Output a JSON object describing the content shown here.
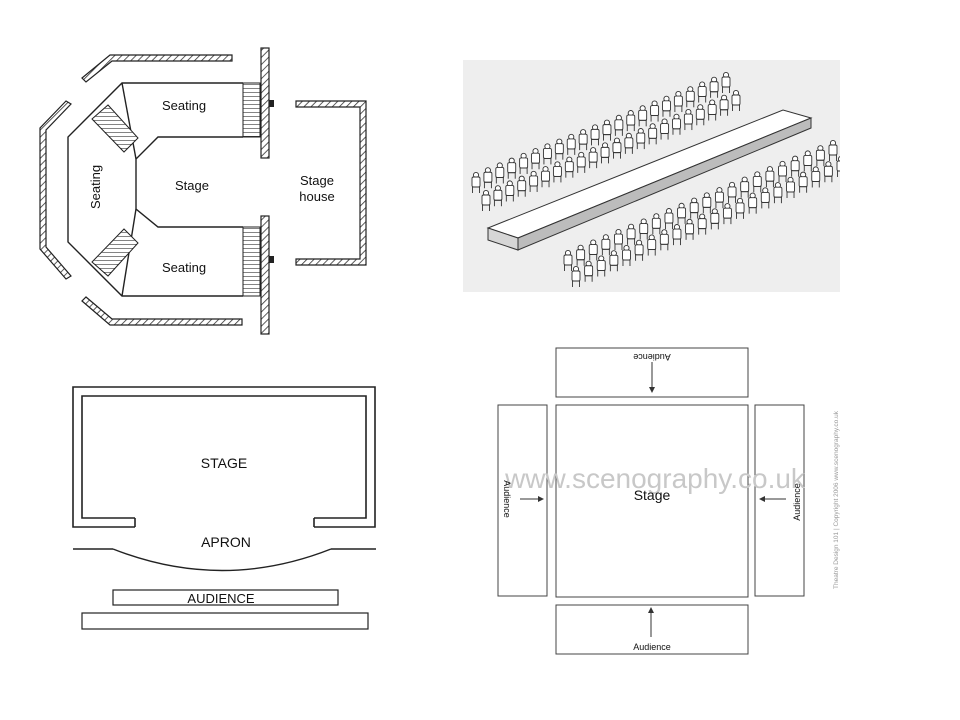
{
  "thrust": {
    "seating_top": "Seating",
    "seating_left": "Seating",
    "seating_bottom": "Seating",
    "stage": "Stage",
    "stage_house_line1": "Stage",
    "stage_house_line2": "house"
  },
  "proscenium": {
    "stage": "STAGE",
    "apron": "APRON",
    "audience": "AUDIENCE"
  },
  "arena": {
    "audience_top": "Audience",
    "audience_left": "Audience",
    "audience_right": "Audience",
    "audience_bottom": "Audience",
    "stage": "Stage",
    "watermark": "www.scenography.co.uk",
    "copyright": "Theatre Design 101 | Copyright 2006 www.scenography.co.uk"
  },
  "colors": {
    "line": "#2a2a2a",
    "hatch": "#333333",
    "traverse_bg": "#eeeeee",
    "watermark": "#c8c8c8",
    "copyright": "#9a9a9a"
  }
}
